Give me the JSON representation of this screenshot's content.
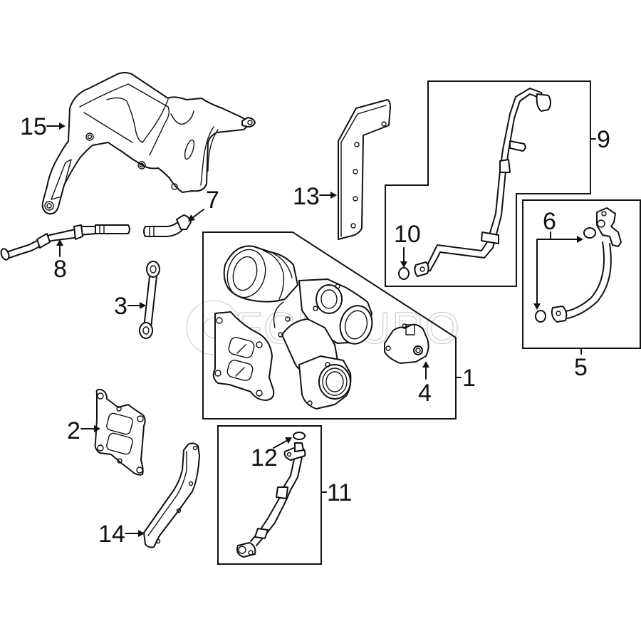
{
  "diagram": {
    "title": "Turbocharger assembly exploded parts diagram",
    "watermark": "FCPEURO",
    "line_color": "#111111",
    "background": "#ffffff",
    "callouts": [
      {
        "id": "1",
        "label": "1",
        "part": "turbocharger"
      },
      {
        "id": "2",
        "label": "2",
        "part": "turbo-gasket"
      },
      {
        "id": "3",
        "label": "3",
        "part": "bracket-strut"
      },
      {
        "id": "4",
        "label": "4",
        "part": "actuator"
      },
      {
        "id": "5",
        "label": "5",
        "part": "coolant-line-assembly"
      },
      {
        "id": "6",
        "label": "6",
        "part": "o-rings"
      },
      {
        "id": "7",
        "label": "7",
        "part": "hose-connector"
      },
      {
        "id": "8",
        "label": "8",
        "part": "breather-hose"
      },
      {
        "id": "9",
        "label": "9",
        "part": "oil-feed-line"
      },
      {
        "id": "10",
        "label": "10",
        "part": "o-ring"
      },
      {
        "id": "11",
        "label": "11",
        "part": "oil-return-line"
      },
      {
        "id": "12",
        "label": "12",
        "part": "o-ring"
      },
      {
        "id": "13",
        "label": "13",
        "part": "heat-shield-upper"
      },
      {
        "id": "14",
        "label": "14",
        "part": "heat-shield-lower"
      },
      {
        "id": "15",
        "label": "15",
        "part": "heat-shield"
      }
    ]
  }
}
